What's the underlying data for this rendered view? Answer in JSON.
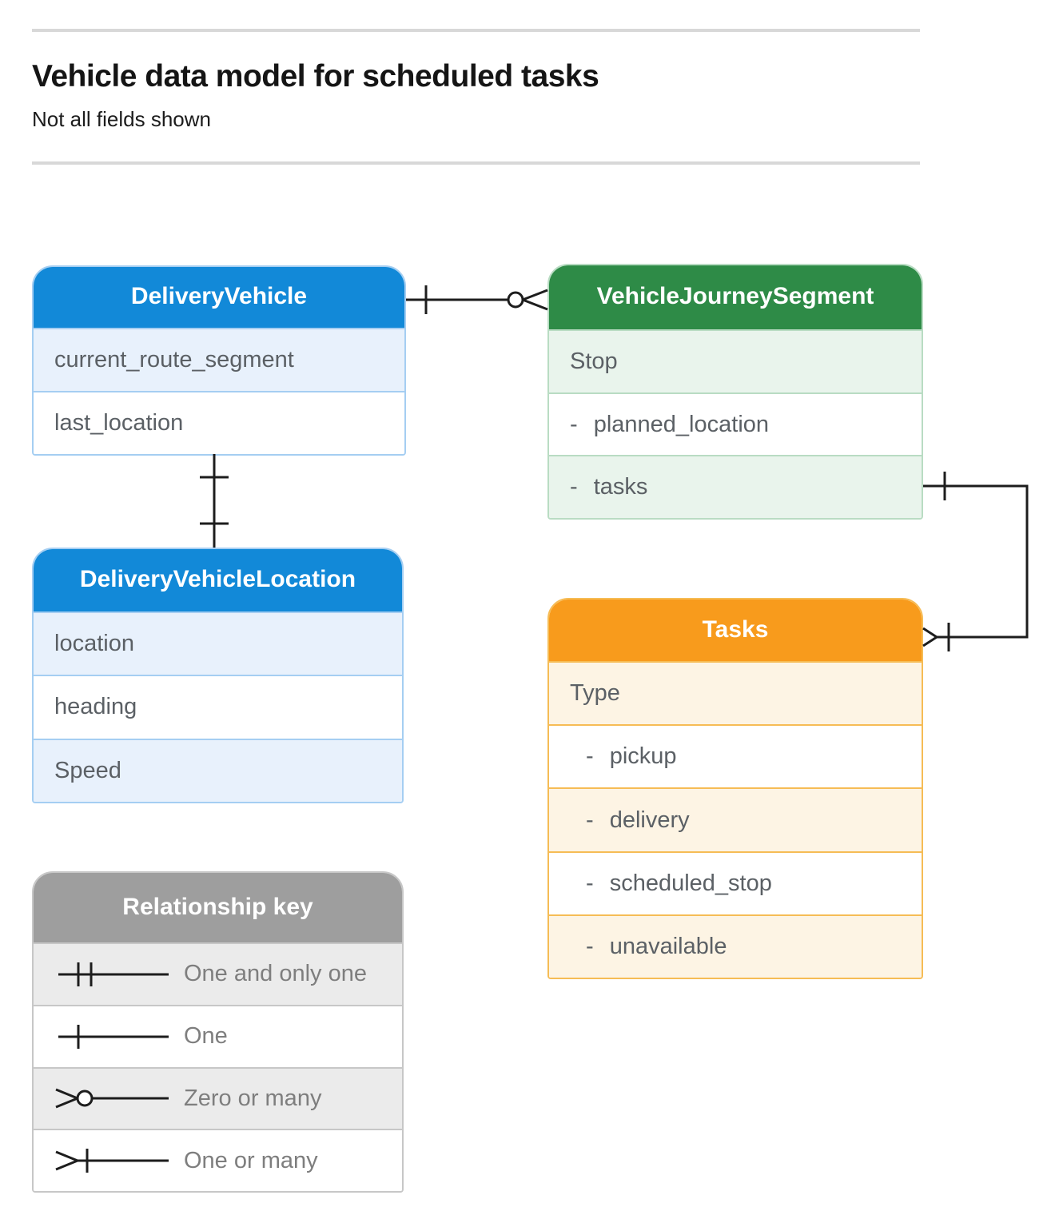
{
  "page": {
    "title": "Vehicle data model for scheduled tasks",
    "subtitle": "Not all fields shown"
  },
  "entities": [
    {
      "title": "DeliveryVehicle",
      "fields": [
        "current_route_segment",
        "last_location"
      ]
    },
    {
      "title": "VehicleJourneySegment",
      "fields": [
        "Stop",
        "- planned_location",
        "- tasks"
      ]
    },
    {
      "title": "DeliveryVehicleLocation",
      "fields": [
        "location",
        "heading",
        "Speed"
      ]
    },
    {
      "title": "Tasks",
      "fields": [
        "Type",
        "- pickup",
        "- delivery",
        "- scheduled_stop",
        "- unavailable"
      ]
    }
  ],
  "legend": {
    "title": "Relationship key",
    "items": [
      {
        "symbol": "one-and-only-one",
        "label": "One and only one"
      },
      {
        "symbol": "one",
        "label": "One"
      },
      {
        "symbol": "zero-or-many",
        "label": "Zero or many"
      },
      {
        "symbol": "one-or-many",
        "label": "One or many"
      }
    ]
  },
  "relationships": [
    {
      "from": "DeliveryVehicle",
      "to": "VehicleJourneySegment",
      "from_cardinality": "one",
      "to_cardinality": "zero-or-many"
    },
    {
      "from": "DeliveryVehicle",
      "to": "DeliveryVehicleLocation",
      "from_cardinality": "one",
      "to_cardinality": "one"
    },
    {
      "from": "VehicleJourneySegment",
      "to": "Tasks",
      "from_cardinality": "one",
      "to_cardinality": "one-or-many"
    }
  ],
  "colors": {
    "blue_header": "#1289d8",
    "blue_row": "#e8f1fc",
    "green_header": "#2e8b47",
    "green_row": "#e9f4ec",
    "orange_header": "#f89b1c",
    "orange_row": "#fdf4e4",
    "gray_header": "#9e9e9e",
    "gray_row": "#ebebeb",
    "connector": "#1d1d1d"
  }
}
